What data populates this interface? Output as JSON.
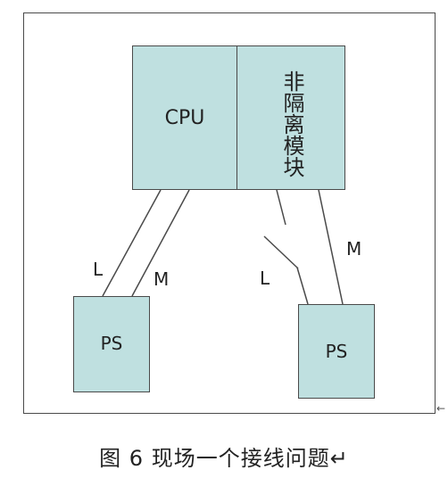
{
  "diagram": {
    "cpu_label": "CPU",
    "module_label": "非隔离模块",
    "ps_left_label": "PS",
    "ps_right_label": "PS",
    "wire_labels": {
      "left_l": "L",
      "left_m": "M",
      "right_l": "L",
      "right_m": "M"
    }
  },
  "caption": "图 6 现场一个接线问题↵",
  "colors": {
    "box_fill": "#bfe0e0",
    "stroke": "#4a4a4a"
  }
}
